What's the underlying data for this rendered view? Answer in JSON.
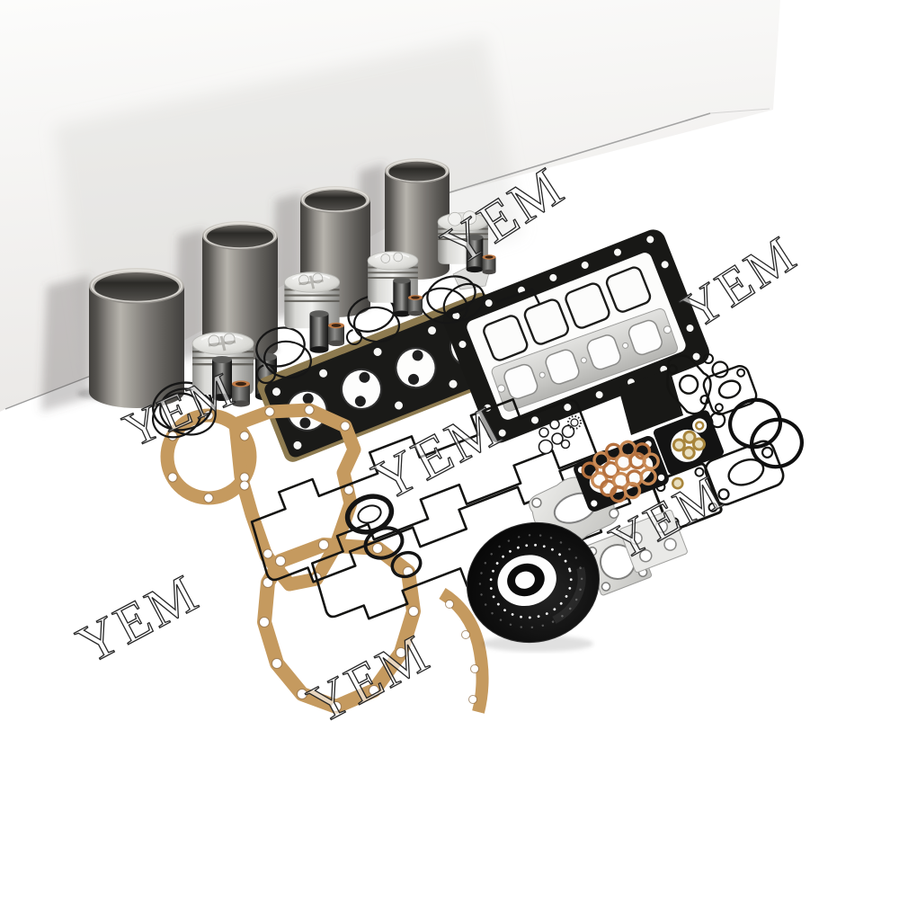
{
  "scene": {
    "description": "Product photo of an engine overhaul rebuild kit: four steel cylinder liners, four pistons with wrist pins, bushings and piston-ring sets, plus a complete gasket set (head gasket, oil-pan frame gasket, valve-cover outline gaskets, paper gaskets, O-rings, copper washers, metal flange gaskets and a large crankshaft oil-seal disc) arranged on a white studio background",
    "background_color": "#ffffff",
    "backdrop_wall_tint": "#ecebe9",
    "backdrop_crease_color": "#8f8f8f"
  },
  "watermark": {
    "text": "YEM",
    "style": "hollow outlined serif capitals rotated diagonally",
    "fill_color": "#ffffff",
    "outline_color": "#262626",
    "count": 7
  },
  "parts": {
    "cylinder_liners": {
      "count": 4,
      "body_color": "#7b7874",
      "highlight_color": "#b7b4ad"
    },
    "pistons": {
      "count": 4,
      "crown_color": "#e9e9e7",
      "skirt_color": "#c7c7c4"
    },
    "piston_pins": {
      "count": 5,
      "color": "#3a3a38"
    },
    "small_end_bushings": {
      "count": 4,
      "copper_color": "#c07a45"
    },
    "piston_ring_sets": {
      "count": 4,
      "ring_color": "#161616"
    },
    "circlips": {
      "count": 2,
      "color": "#161616"
    },
    "head_gasket": {
      "bores": 4,
      "face_color": "#1a1a18",
      "edge_layer_color": "#8d7a4f",
      "grommets_per_bore": 2
    },
    "oil_pan_frame_gasket": {
      "color": "#181816",
      "bolt_hole_color": "#f8f8f6"
    },
    "intake_metal_strip_gasket": {
      "ports": 4,
      "color": "#cfcfcc"
    },
    "valve_cover_outline_gaskets": {
      "count": 2,
      "color": "#141412"
    },
    "small_outline_gaskets": {
      "count": 5,
      "color": "#141412"
    },
    "large_o_rings": {
      "count": 2,
      "color": "#101010"
    },
    "black_o_rings": {
      "count": 3,
      "color": "#141414"
    },
    "white_o_rings": {
      "count": 6,
      "color": "#ffffff"
    },
    "copper_injector_washers": {
      "count": 16,
      "color": "#b5713f"
    },
    "gold_seal_washers": {
      "count": 6,
      "color": "#a8853b"
    },
    "exhaust_manifold_plate": {
      "color": "#141414"
    },
    "silver_metal_gaskets": {
      "count": 4,
      "color": "#d8d8d5"
    },
    "crankshaft_oil_seal_disc": {
      "color": "#0d0d0d",
      "center_color": "#fdfdfd"
    },
    "tan_paper_gaskets": {
      "count": 3,
      "color": "#c59a5f"
    }
  }
}
